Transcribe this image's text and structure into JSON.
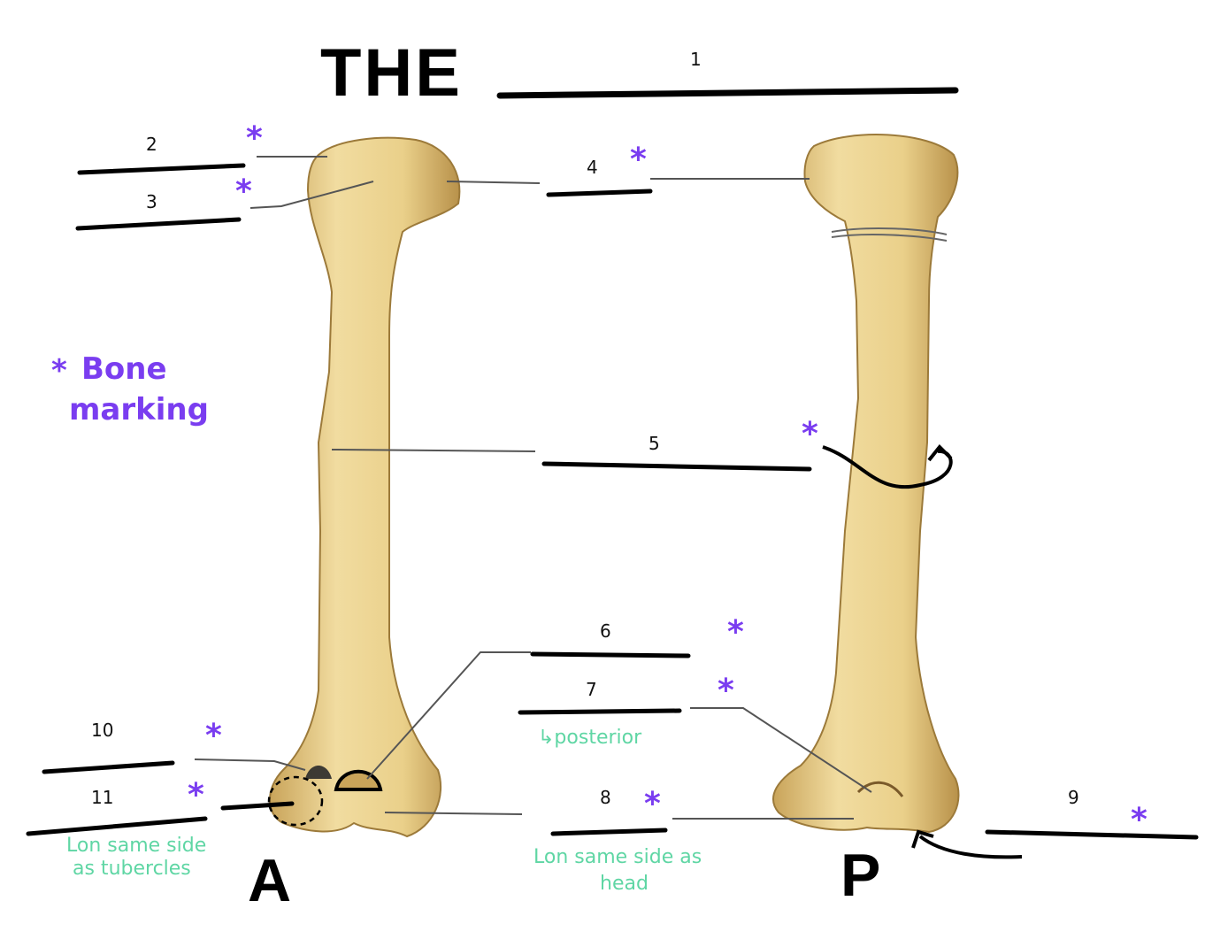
{
  "title": "THE",
  "view_labels": {
    "anterior": "A",
    "posterior": "P"
  },
  "blank_numbers": [
    "1",
    "2",
    "3",
    "4",
    "5",
    "6",
    "7",
    "8",
    "9",
    "10",
    "11"
  ],
  "legend": {
    "star": "*",
    "line1": "Bone",
    "line2": "marking"
  },
  "notes": {
    "posterior": "↳posterior",
    "same_side_head_1": "Lon same side as",
    "same_side_head_2": "head",
    "same_side_tubercles_1": "Lon same side",
    "same_side_tubercles_2": "as tubercles"
  },
  "star_glyph": "*",
  "colors": {
    "bone": "#ecd596",
    "bone_shadow": "#c9a45a",
    "ink": "#000000",
    "purple": "#7a3df0",
    "green": "#5fd6a4",
    "leader": "#555555"
  }
}
